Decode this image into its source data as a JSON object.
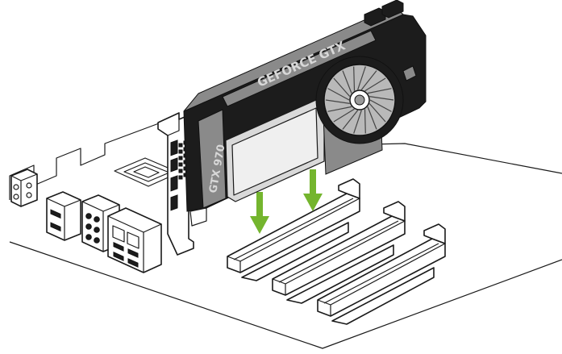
{
  "card": {
    "brand_text": "GEFORCE GTX",
    "model_text": "GTX 970"
  },
  "colors": {
    "arrow": "#74b52e",
    "line": "#1a1a1a",
    "fan": "#b9b9b9",
    "shroud": "#1c1c1c"
  },
  "arrows": [
    {
      "name": "insert-arrow-left",
      "direction": "down"
    },
    {
      "name": "insert-arrow-right",
      "direction": "down"
    }
  ],
  "slots": [
    {
      "name": "pcie-slot-1"
    },
    {
      "name": "pcie-slot-2"
    },
    {
      "name": "pcie-slot-3"
    }
  ]
}
